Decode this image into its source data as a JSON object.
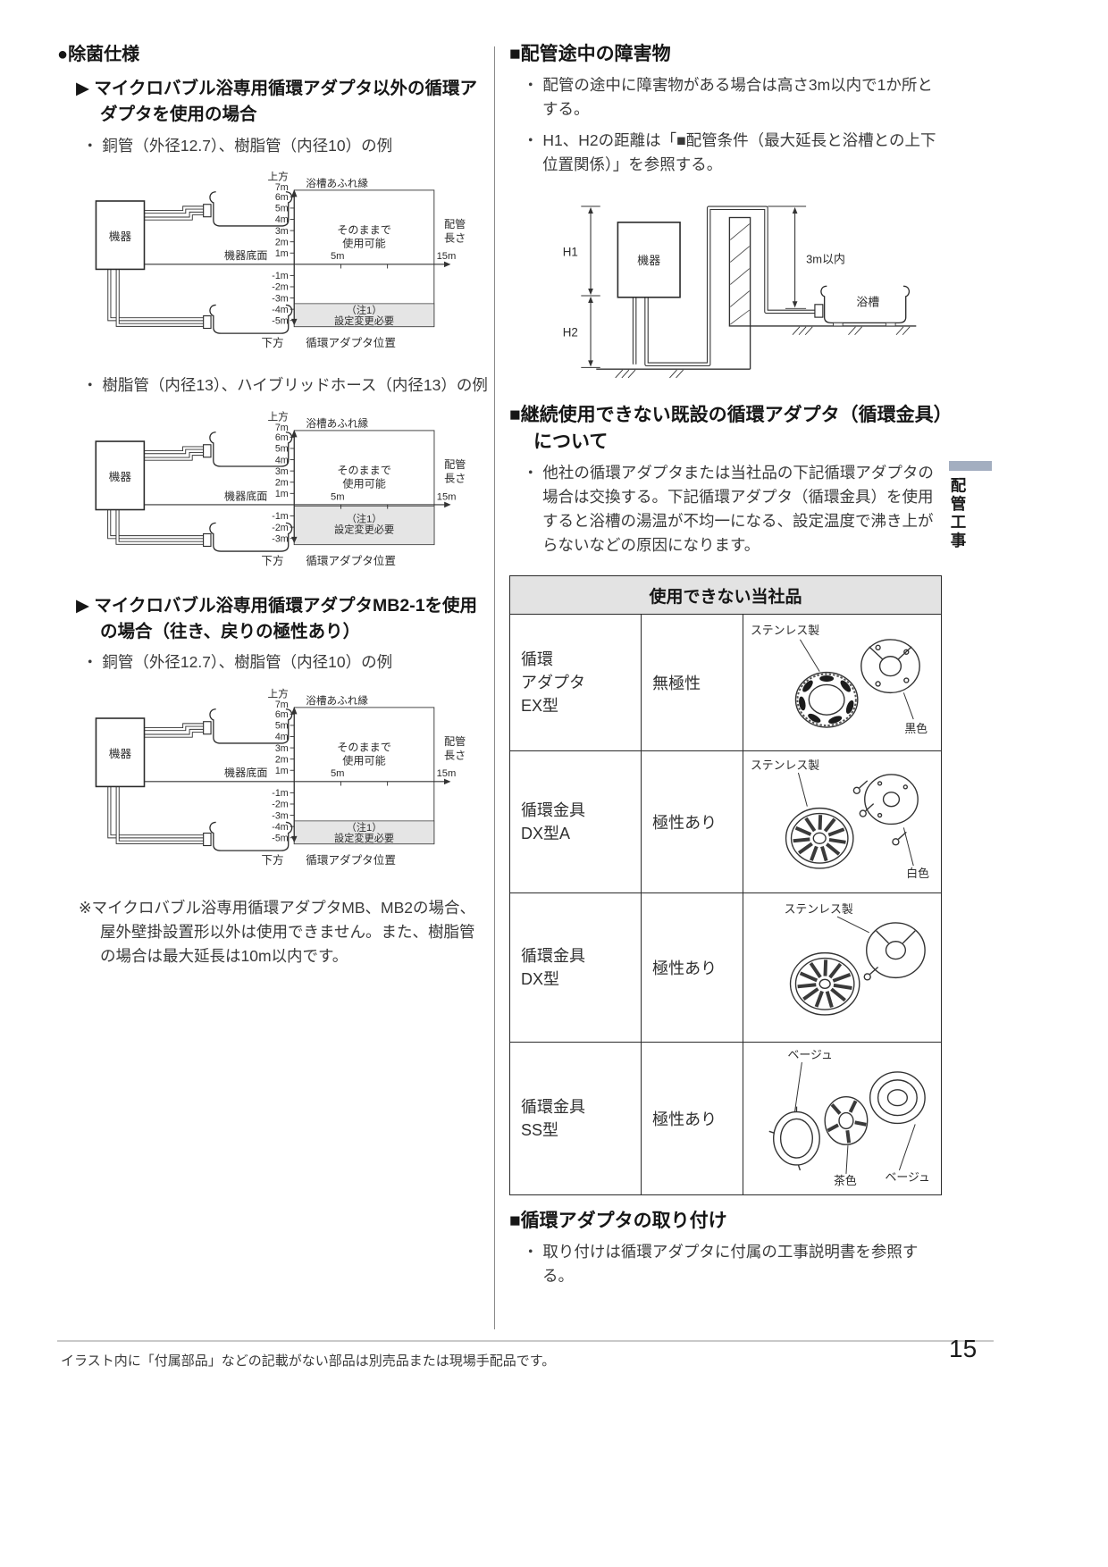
{
  "page": {
    "number": "15",
    "footer": "イラスト内に「付属部品」などの記載がない部品は別売品または現場手配品です。",
    "side_tab": "配管工事"
  },
  "left": {
    "heading": "●除菌仕様",
    "sub1_title": "▶ マイクロバブル浴専用循環アダプタ以外の循環アダプタを使用の場合",
    "sub1_bullet": "・ 銅管（外径12.7）、樹脂管（内径10）の例",
    "sub1_bullet2": "・ 樹脂管（内径13）、ハイブリッドホース（内径13）の例",
    "sub2_title": "▶ マイクロバブル浴専用循環アダプタMB2-1を使用の場合（往き、戻りの極性あり）",
    "sub2_bullet": "・ 銅管（外径12.7）、樹脂管（内径10）の例",
    "note": "※マイクロバブル浴専用循環アダプタMB、MB2の場合、屋外壁掛設置形以外は使用できません。また、樹脂管の場合は最大延長は10m以内です。"
  },
  "diagrams": [
    {
      "up": "上方",
      "seven": "7m",
      "overflow": "浴槽あふれ縁",
      "device": "機器",
      "device_bottom": "機器底面",
      "pos_ticks": [
        "6m",
        "5m",
        "4m",
        "3m",
        "2m",
        "1m"
      ],
      "neg_ticks": [
        "-1m",
        "-2m",
        "-3m",
        "-4m",
        "-5m"
      ],
      "usable1": "そのままで",
      "usable2": "使用可能",
      "len1": "配管",
      "len2": "長さ",
      "mid": "5m",
      "end": "15m",
      "note1": "（注1）",
      "note2": "設定変更必要",
      "down": "下方",
      "adapter": "循環アダプタ位置",
      "shade_top": 3.5
    },
    {
      "up": "上方",
      "seven": "7m",
      "overflow": "浴槽あふれ縁",
      "device": "機器",
      "device_bottom": "機器底面",
      "pos_ticks": [
        "6m",
        "5m",
        "4m",
        "3m",
        "2m",
        "1m"
      ],
      "neg_ticks": [
        "-1m",
        "-2m",
        "-3m"
      ],
      "usable1": "そのままで",
      "usable2": "使用可能",
      "len1": "配管",
      "len2": "長さ",
      "mid": "5m",
      "end": "15m",
      "note1": "（注1）",
      "note2": "設定変更必要",
      "down": "下方",
      "adapter": "循環アダプタ位置",
      "shade_top": 0.12
    },
    {
      "up": "上方",
      "seven": "7m",
      "overflow": "浴槽あふれ縁",
      "device": "機器",
      "device_bottom": "機器底面",
      "pos_ticks": [
        "6m",
        "5m",
        "4m",
        "3m",
        "2m",
        "1m"
      ],
      "neg_ticks": [
        "-1m",
        "-2m",
        "-3m",
        "-4m",
        "-5m"
      ],
      "usable1": "そのままで",
      "usable2": "使用可能",
      "len1": "配管",
      "len2": "長さ",
      "mid": "5m",
      "end": "15m",
      "note1": "（注1）",
      "note2": "設定変更必要",
      "down": "下方",
      "adapter": "循環アダプタ位置",
      "shade_top": 3.5
    }
  ],
  "right": {
    "s1_title": "■配管途中の障害物",
    "s1_b1": "・ 配管の途中に障害物がある場合は高さ3m以内で1か所とする。",
    "s1_b2": "・ H1、H2の距離は「■配管条件（最大延長と浴槽との上下位置関係）」を参照する。",
    "obstacle": {
      "h1": "H1",
      "h2": "H2",
      "device": "機器",
      "limit": "3m以内",
      "tub": "浴槽"
    },
    "s2_title": "■継続使用できない既設の循環アダプタ（循環金具）について",
    "s2_b1": "・ 他社の循環アダプタまたは当社品の下記循環アダプタの場合は交換する。下記循環アダプタ（循環金具）を使用すると浴槽の湯温が不均一になる、設定温度で沸き上がらないなどの原因になります。",
    "table": {
      "header": "使用できない当社品",
      "rows": [
        {
          "name": "循環\nアダプタ\nEX型",
          "polarity": "無極性",
          "material": "ステンレス製",
          "color": "黒色"
        },
        {
          "name": "循環金具\nDX型A",
          "polarity": "極性あり",
          "material": "ステンレス製",
          "color": "白色"
        },
        {
          "name": "循環金具\nDX型",
          "polarity": "極性あり",
          "material": "ステンレス製"
        },
        {
          "name": "循環金具\nSS型",
          "polarity": "極性あり",
          "beige1": "ベージュ",
          "brown": "茶色",
          "beige2": "ベージュ"
        }
      ]
    },
    "s3_title": "■循環アダプタの取り付け",
    "s3_b1": "・ 取り付けは循環アダプタに付属の工事説明書を参照する。"
  }
}
